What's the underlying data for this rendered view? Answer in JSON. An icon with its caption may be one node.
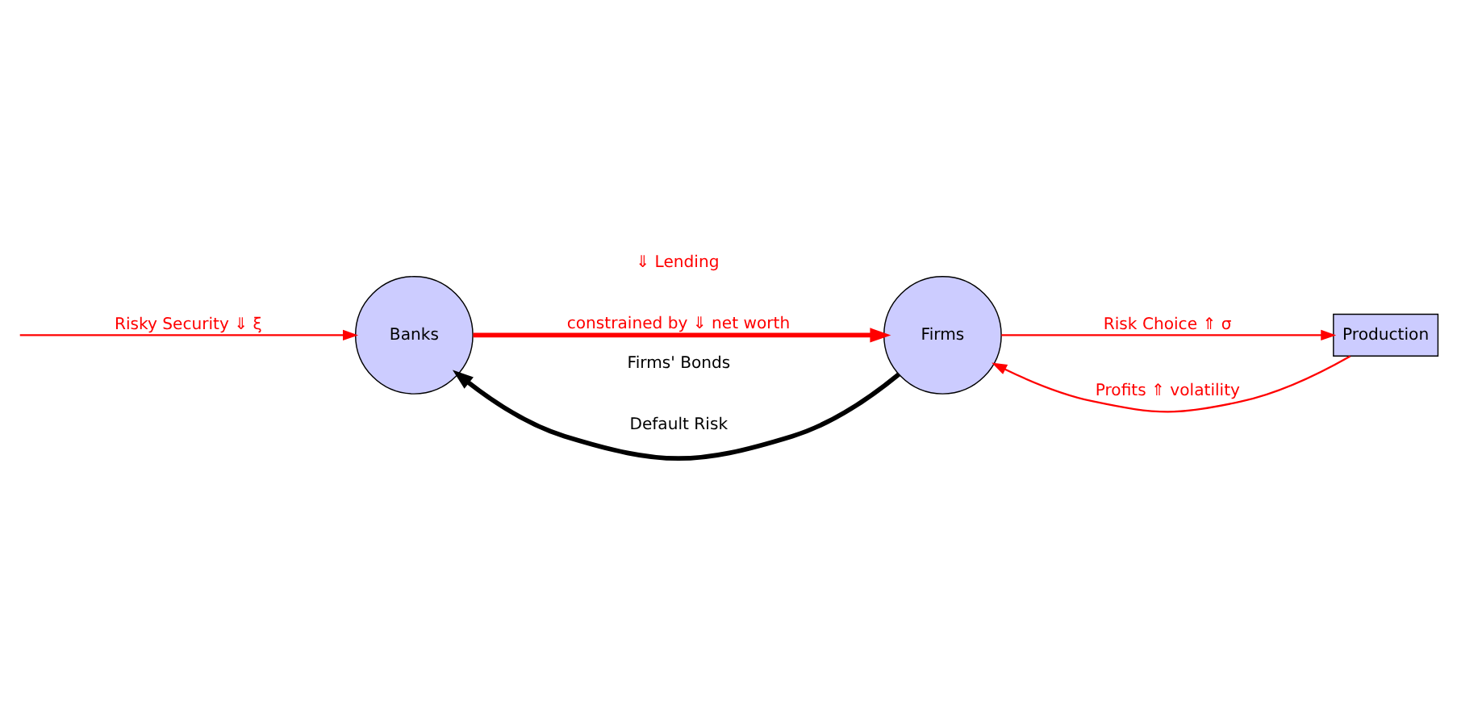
{
  "diagram": {
    "nodes": [
      {
        "text": [
          "Banks"
        ]
      },
      {
        "text": [
          "Firms"
        ]
      },
      {
        "text": [
          "Production"
        ]
      }
    ],
    "edges": [
      {
        "from": 1,
        "to": 0,
        "arrow": "to",
        "label": [
          "Firms' Bonds",
          "Default Risk"
        ],
        "style": "thick",
        "color": "#000000"
      },
      {
        "from": 0,
        "to": 1,
        "arrow": "to",
        "label": [
          "⇓ Lending",
          "constrained by ⇓ net worth"
        ],
        "style": "thick"
      },
      {
        "from": 2,
        "to": 1,
        "arrow": "to",
        "label": [
          "Profits ⇑ volatility"
        ]
      },
      {
        "from": 1,
        "to": 2,
        "arrow": "to",
        "label": [
          "Risk Choice ⇑ σ"
        ]
      },
      {
        "from": null,
        "to": 0,
        "arrow": "to",
        "label": [
          "Risky Security ⇓ ξ"
        ]
      }
    ]
  }
}
